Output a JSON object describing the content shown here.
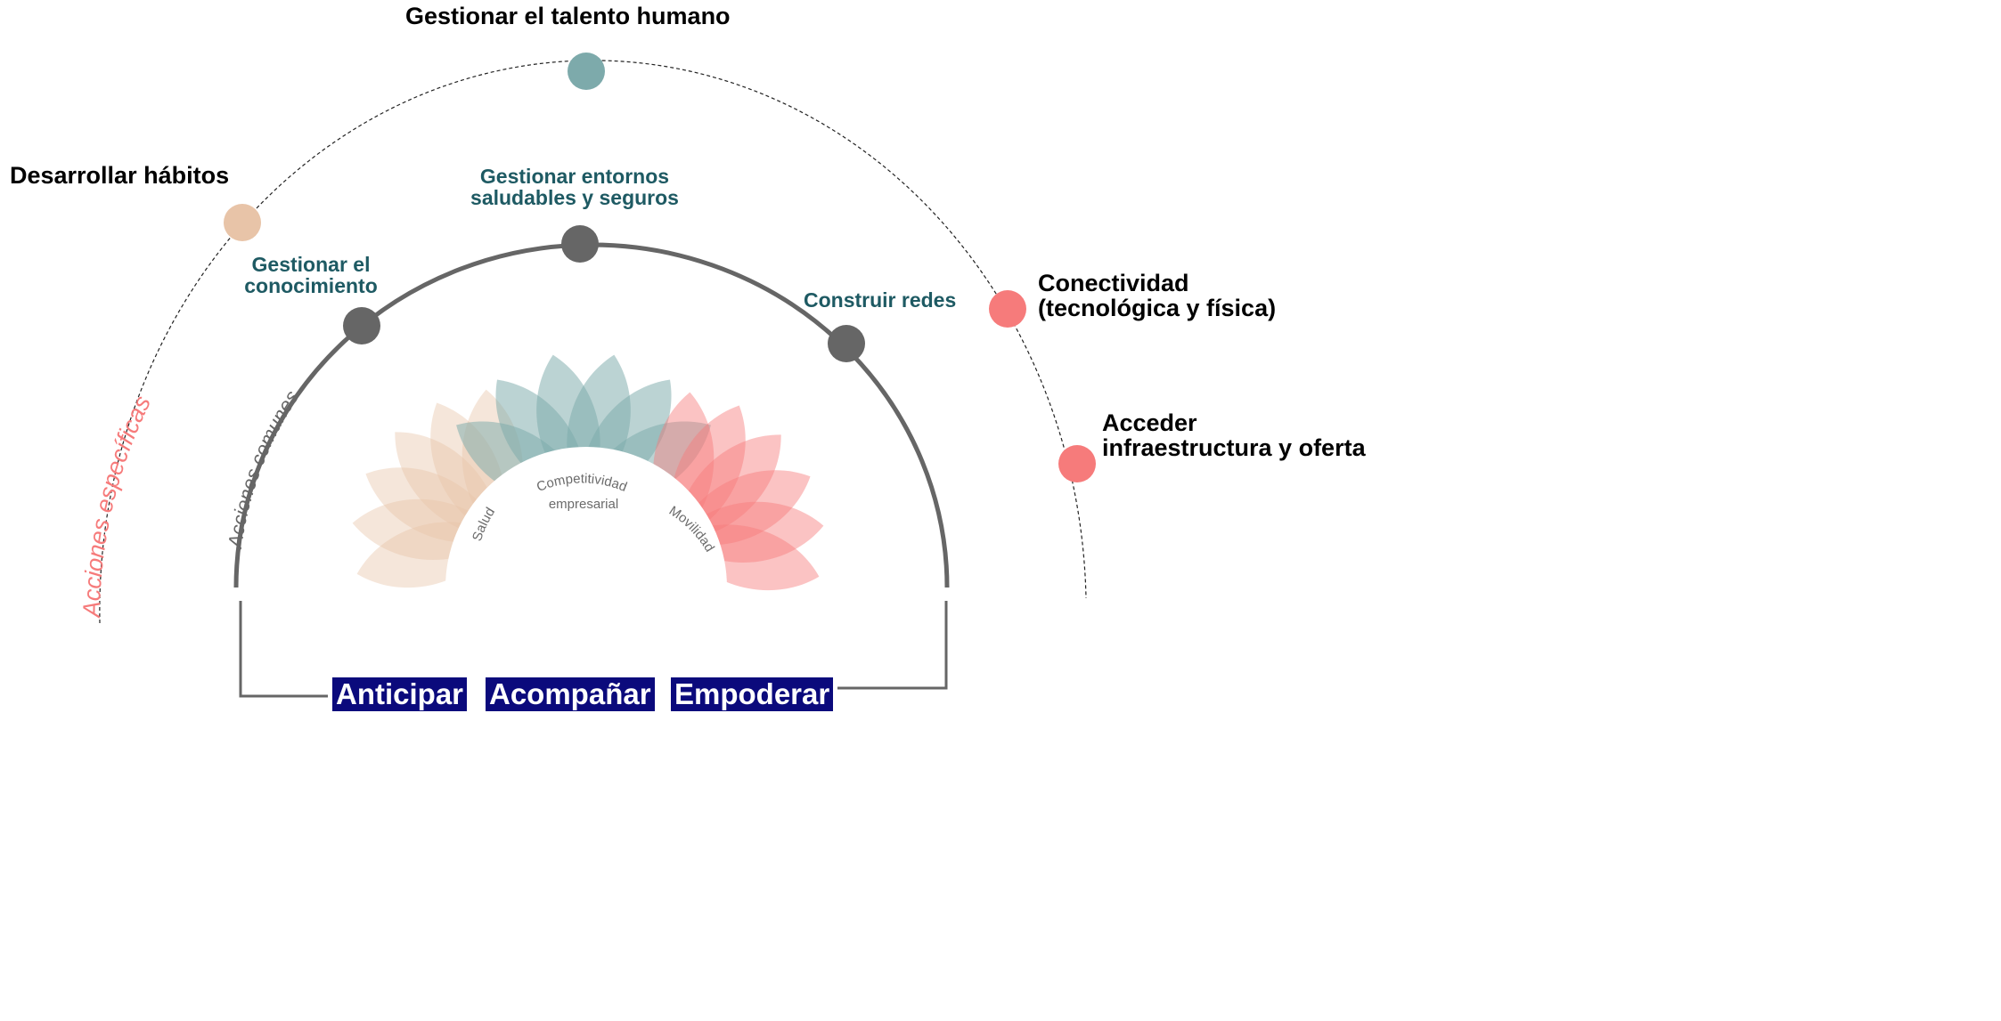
{
  "outer_actions": {
    "talento": "Gestionar el talento humano",
    "habitos": "Desarrollar hábitos",
    "conectividad": [
      "Conectividad",
      "(tecnológica y física)"
    ],
    "acceder": [
      "Acceder",
      "infraestructura y oferta"
    ]
  },
  "common_actions": {
    "entornos": [
      "Gestionar entornos",
      "saludables y seguros"
    ],
    "conocimiento": [
      "Gestionar el",
      "conocimiento"
    ],
    "redes": "Construir redes"
  },
  "arc_labels": {
    "especificas": "Acciones específicas",
    "comunes": "Acciones comunes"
  },
  "core": {
    "salud": "Salud",
    "competitividad": [
      "Competitividad",
      "empresarial"
    ],
    "movilidad": "Movilidad"
  },
  "pillars": [
    "Anticipar",
    "Acompañar",
    "Empoderar"
  ],
  "colors": {
    "teal": "#7daaab",
    "peach": "#e8c4a8",
    "coral": "#f67b7b",
    "gray": "#666666",
    "navy": "#0b0a7c",
    "dark_teal": "#1e5a63"
  }
}
